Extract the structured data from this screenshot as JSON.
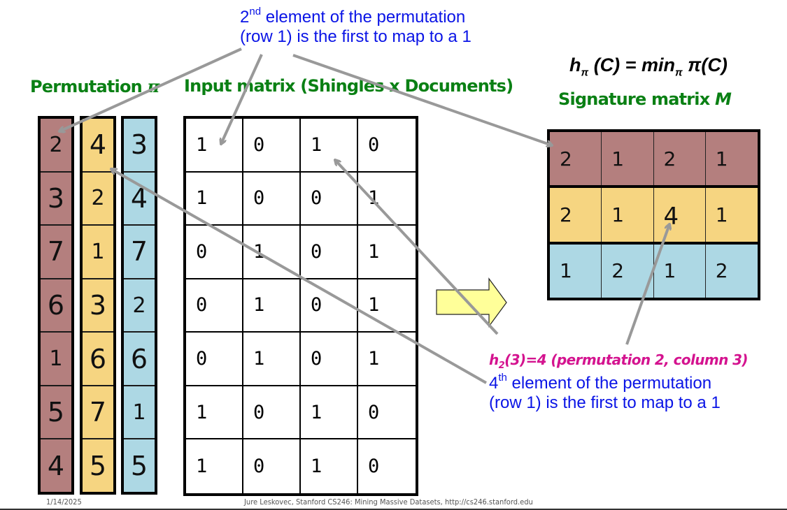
{
  "annotations": {
    "top_note": {
      "ordinal_num": "2",
      "ordinal_suffix": "nd",
      "line1_rest": " element of the permutation",
      "line2": "(row 1) is the first to map to a 1"
    },
    "bottom_note": {
      "highlight_h": "h",
      "highlight_sub": "2",
      "highlight_rest": "(3)=4 (permutation 2, column 3)",
      "ordinal_num": "4",
      "ordinal_suffix": "th",
      "line1_rest": " element of the permutation",
      "line2": "(row 1) is the first to map to a 1"
    }
  },
  "formula": {
    "h": "h",
    "sub1": "π",
    "mid": " (C) = min",
    "sub2": "π",
    "tail": " π(C)"
  },
  "titles": {
    "permutation": "Permutation ",
    "permutation_symbol": "π",
    "input_matrix": "Input matrix (Shingles x Documents)",
    "signature": "Signature matrix ",
    "signature_symbol": "M"
  },
  "permutations": [
    {
      "name": "permutation-1",
      "color": "#b47f7e",
      "values": [
        "2",
        "3",
        "7",
        "6",
        "1",
        "5",
        "4"
      ]
    },
    {
      "name": "permutation-2",
      "color": "#f6d581",
      "values": [
        "4",
        "2",
        "1",
        "3",
        "6",
        "7",
        "5"
      ]
    },
    {
      "name": "permutation-3",
      "color": "#add8e4",
      "values": [
        "3",
        "4",
        "7",
        "2",
        "6",
        "1",
        "5"
      ]
    }
  ],
  "input_matrix": {
    "rows": [
      [
        "1",
        "0",
        "1",
        "0"
      ],
      [
        "1",
        "0",
        "0",
        "1"
      ],
      [
        "0",
        "1",
        "0",
        "1"
      ],
      [
        "0",
        "1",
        "0",
        "1"
      ],
      [
        "0",
        "1",
        "0",
        "1"
      ],
      [
        "1",
        "0",
        "1",
        "0"
      ],
      [
        "1",
        "0",
        "1",
        "0"
      ]
    ]
  },
  "signature_matrix": {
    "rows": [
      {
        "color": "#b47f7e",
        "values": [
          "2",
          "1",
          "2",
          "1"
        ]
      },
      {
        "color": "#f6d581",
        "values": [
          "2",
          "1",
          "4",
          "1"
        ]
      },
      {
        "color": "#add8e4",
        "values": [
          "1",
          "2",
          "1",
          "2"
        ]
      }
    ]
  },
  "colors": {
    "note_blue": "#0a14e6",
    "title_green": "#0a8014",
    "highlight_pink": "#d4138f",
    "arrow_gray": "#999999",
    "block_arrow_fill": "#ffff99"
  },
  "footer": {
    "date": "1/14/2025",
    "credit": "Jure Leskovec, Stanford CS246: Mining Massive Datasets, http://cs246.stanford.edu"
  }
}
